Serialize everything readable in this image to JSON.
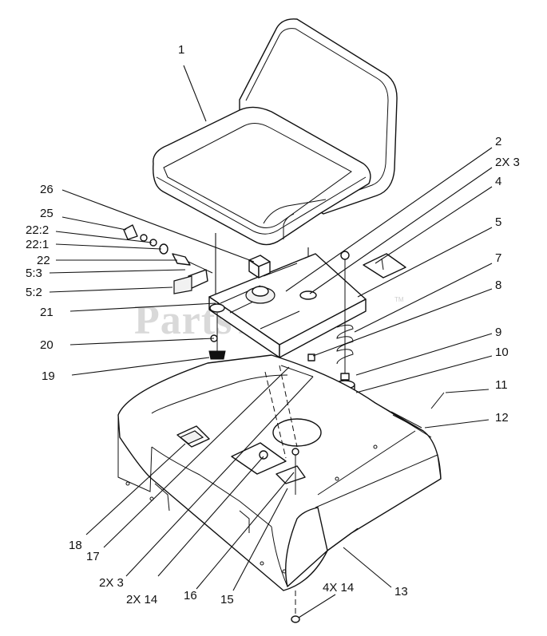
{
  "diagram": {
    "watermark": "PartsTree",
    "watermark_tm": "TM",
    "callouts": [
      {
        "id": "c1",
        "text": "1"
      },
      {
        "id": "c2",
        "text": "2"
      },
      {
        "id": "c2x3a",
        "text": "2X 3"
      },
      {
        "id": "c4",
        "text": "4"
      },
      {
        "id": "c5",
        "text": "5"
      },
      {
        "id": "c7",
        "text": "7"
      },
      {
        "id": "c8",
        "text": "8"
      },
      {
        "id": "c9",
        "text": "9"
      },
      {
        "id": "c10",
        "text": "10"
      },
      {
        "id": "c11",
        "text": "11"
      },
      {
        "id": "c12",
        "text": "12"
      },
      {
        "id": "c13",
        "text": "13"
      },
      {
        "id": "c4x14",
        "text": "4X 14"
      },
      {
        "id": "c15",
        "text": "15"
      },
      {
        "id": "c16",
        "text": "16"
      },
      {
        "id": "c2x14",
        "text": "2X 14"
      },
      {
        "id": "c2x3b",
        "text": "2X 3"
      },
      {
        "id": "c17",
        "text": "17"
      },
      {
        "id": "c18",
        "text": "18"
      },
      {
        "id": "c19",
        "text": "19"
      },
      {
        "id": "c20",
        "text": "20"
      },
      {
        "id": "c21",
        "text": "21"
      },
      {
        "id": "c52",
        "text": "5:2"
      },
      {
        "id": "c53",
        "text": "5:3"
      },
      {
        "id": "c22",
        "text": "22"
      },
      {
        "id": "c221",
        "text": "22:1"
      },
      {
        "id": "c222",
        "text": "22:2"
      },
      {
        "id": "c25",
        "text": "25"
      },
      {
        "id": "c26",
        "text": "26"
      }
    ]
  }
}
